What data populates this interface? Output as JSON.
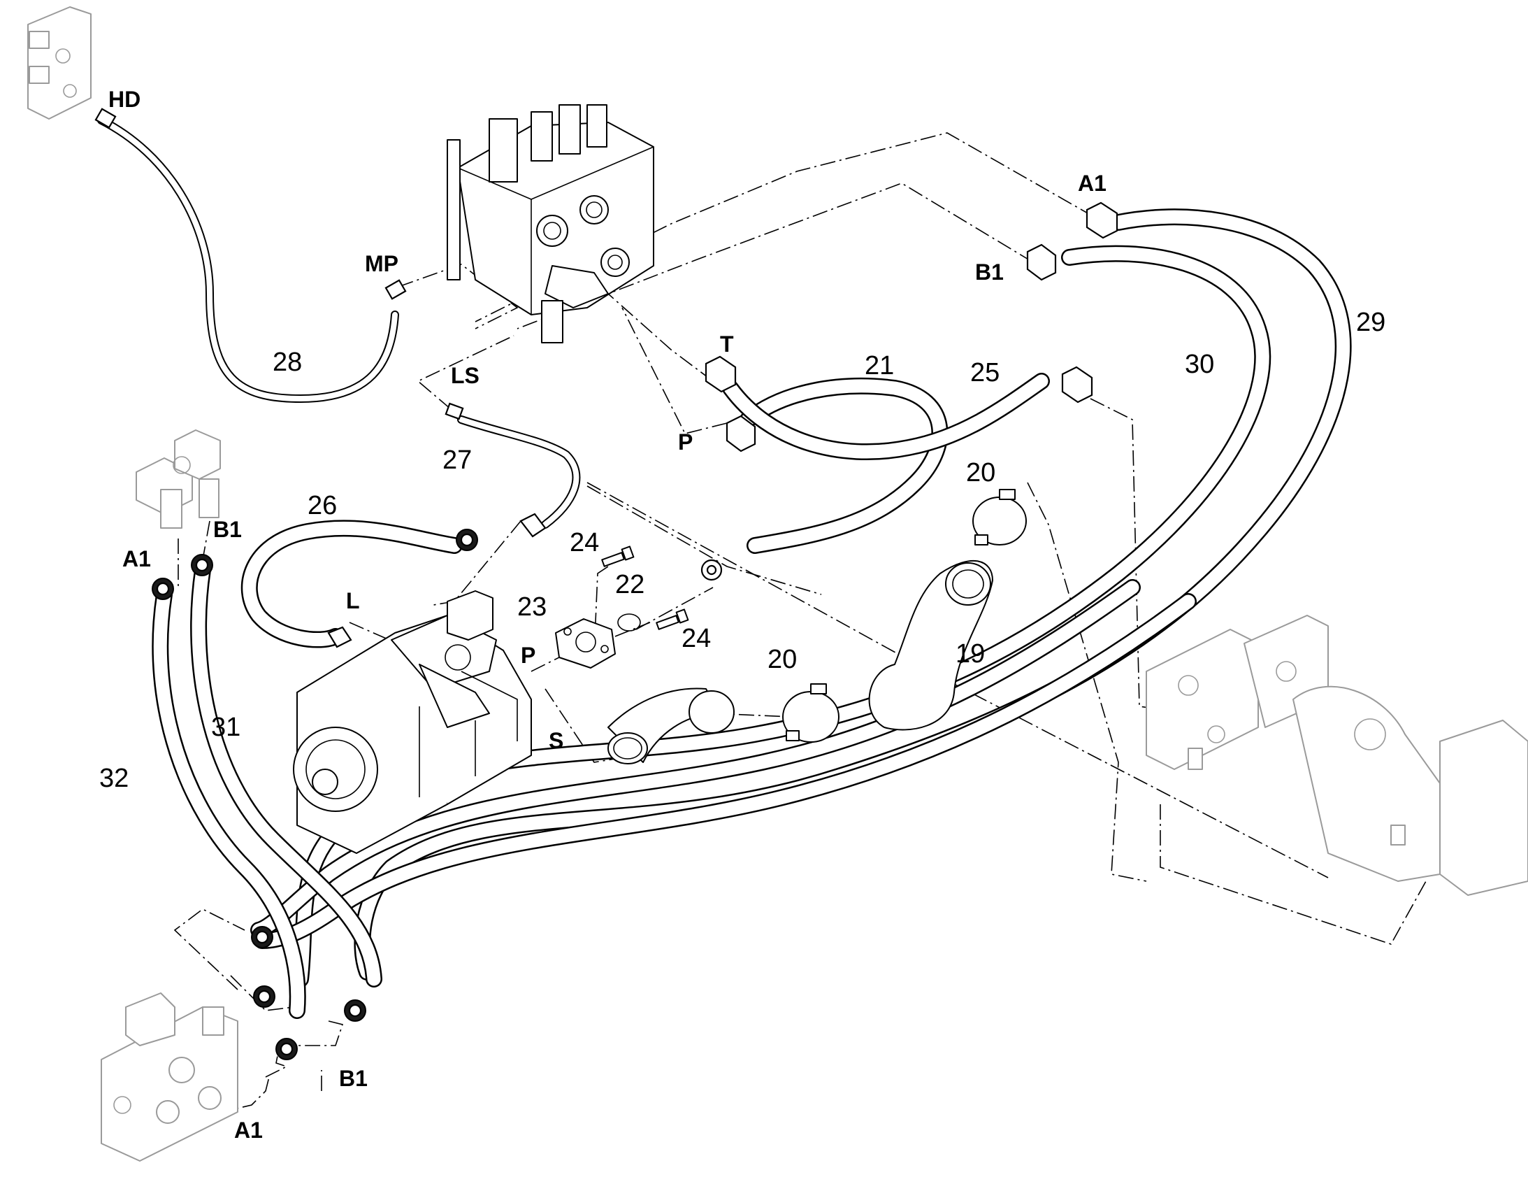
{
  "callouts": {
    "c19": "19",
    "c20a": "20",
    "c20b": "20",
    "c21": "21",
    "c22": "22",
    "c23": "23",
    "c24a": "24",
    "c24b": "24",
    "c25": "25",
    "c26": "26",
    "c27": "27",
    "c28": "28",
    "c29": "29",
    "c30": "30",
    "c31": "31",
    "c32": "32"
  },
  "ports": {
    "hd": "HD",
    "mp": "MP",
    "ls": "LS",
    "t": "T",
    "p_valve": "P",
    "a1_top": "A1",
    "b1_top": "B1",
    "a1_left": "A1",
    "b1_left": "B1",
    "l_pump": "L",
    "p_pump": "P",
    "s_pump": "S",
    "b1_bottom": "B1",
    "a1_bottom": "A1"
  },
  "components": [
    "HD pressure block",
    "control valve block",
    "pump",
    "suction hose",
    "hose clamp",
    "flange",
    "o-ring",
    "bolt",
    "left bracket fittings",
    "lower valve block",
    "right drive assembly"
  ]
}
